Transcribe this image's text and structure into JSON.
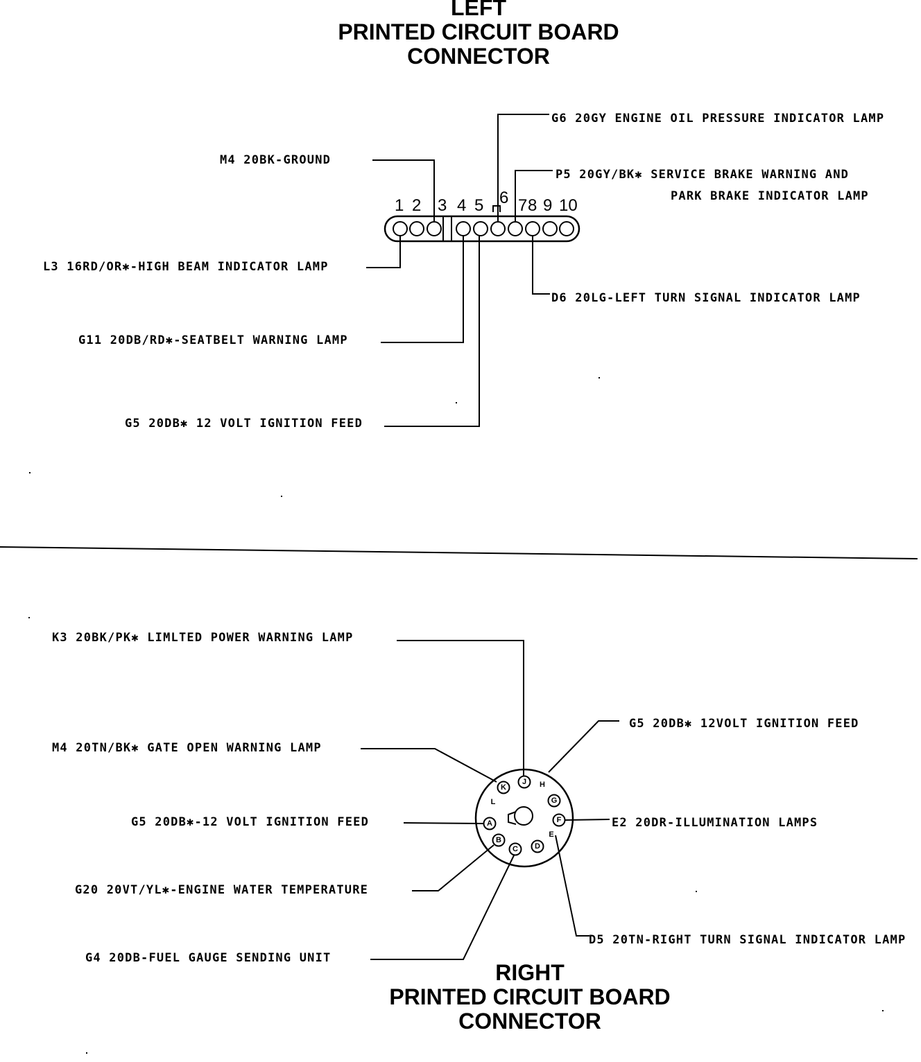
{
  "left_connector": {
    "title": [
      "LEFT",
      "PRINTED CIRCUIT BOARD",
      "CONNECTOR"
    ],
    "pin_numbers": [
      "1",
      "2",
      "3",
      "4",
      "5",
      "6",
      "7",
      "8",
      "9",
      "10"
    ],
    "wires": {
      "g6": "G6 20GY ENGINE OIL PRESSURE INDICATOR LAMP",
      "m4": "M4 20BK-GROUND",
      "p5_line1": "P5 20GY/BK✱ SERVICE BRAKE WARNING AND",
      "p5_line2": "PARK BRAKE INDICATOR LAMP",
      "l3": "L3 16RD/OR✱-HIGH BEAM INDICATOR LAMP",
      "d6": "D6 20LG-LEFT TURN SIGNAL INDICATOR LAMP",
      "g11": "G11 20DB/RD✱-SEATBELT WARNING LAMP",
      "g5": "G5 20DB✱ 12 VOLT IGNITION FEED"
    }
  },
  "right_connector": {
    "title": [
      "RIGHT",
      "PRINTED CIRCUIT BOARD",
      "CONNECTOR"
    ],
    "pin_letters": [
      "A",
      "B",
      "C",
      "D",
      "E",
      "F",
      "G",
      "H",
      "J",
      "K",
      "L"
    ],
    "wires": {
      "k3": "K3 20BK/PK✱ LIMLTED POWER WARNING LAMP",
      "m4": "M4 20TN/BK✱ GATE OPEN WARNING LAMP",
      "g5": "G5 20DB✱-12 VOLT IGNITION FEED",
      "g20": "G20 20VT/YL✱-ENGINE WATER TEMPERATURE",
      "g4": "G4 20DB-FUEL GAUGE SENDING UNIT",
      "g5_right": "G5 20DB✱ 12VOLT IGNITION FEED",
      "e2": "E2 20DR-ILLUMINATION LAMPS",
      "d5": "D5 20TN-RIGHT TURN SIGNAL INDICATOR LAMP"
    }
  }
}
